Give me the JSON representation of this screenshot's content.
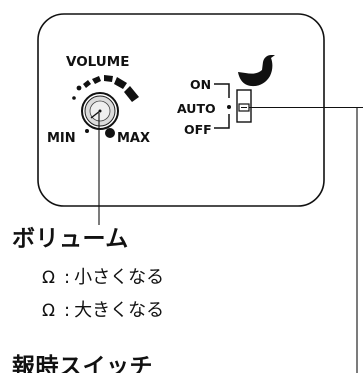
{
  "panel": {
    "volume_label": "VOLUME",
    "min_label": "MIN",
    "max_label": "MAX",
    "on_label": "ON",
    "auto_label": "AUTO",
    "off_label": "OFF",
    "bird_icon": "bird-icon"
  },
  "volume_section": {
    "title": "ボリューム",
    "items": [
      {
        "symbol": "Ω",
        "separator": ":",
        "text": "小さくなる"
      },
      {
        "symbol": "Ω",
        "separator": ":",
        "text": "大きくなる"
      }
    ]
  },
  "clock_section": {
    "title": "報時スイッチ"
  },
  "colors": {
    "line": "#111111",
    "background": "#ffffff"
  }
}
